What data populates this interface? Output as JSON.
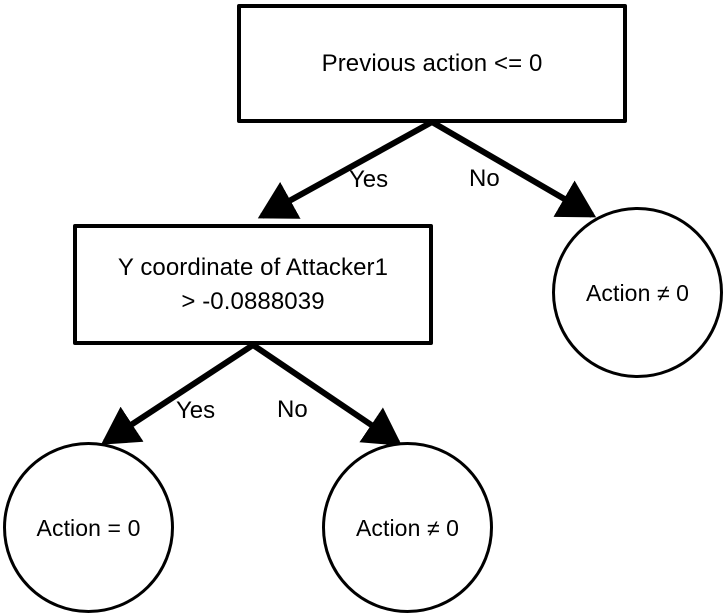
{
  "diagram": {
    "type": "decision-tree",
    "background_color": "#ffffff",
    "stroke_color": "#000000",
    "nodes": {
      "root": {
        "shape": "rectangle",
        "text": "Previous action <= 0"
      },
      "internal_1": {
        "shape": "rectangle",
        "line1": "Y coordinate of Attacker1",
        "line2": "> -0.0888039",
        "text": "Y coordinate of Attacker1\n> -0.0888039"
      },
      "leaf_right": {
        "shape": "circle",
        "text": "Action ≠ 0"
      },
      "leaf_bottom_left": {
        "shape": "circle",
        "text": "Action = 0"
      },
      "leaf_bottom_right": {
        "shape": "circle",
        "text": "Action ≠ 0"
      }
    },
    "edges": {
      "root_yes": {
        "label": "Yes",
        "from": "root",
        "to": "internal_1"
      },
      "root_no": {
        "label": "No",
        "from": "root",
        "to": "leaf_right"
      },
      "internal_yes": {
        "label": "Yes",
        "from": "internal_1",
        "to": "leaf_bottom_left"
      },
      "internal_no": {
        "label": "No",
        "from": "internal_1",
        "to": "leaf_bottom_right"
      }
    }
  }
}
